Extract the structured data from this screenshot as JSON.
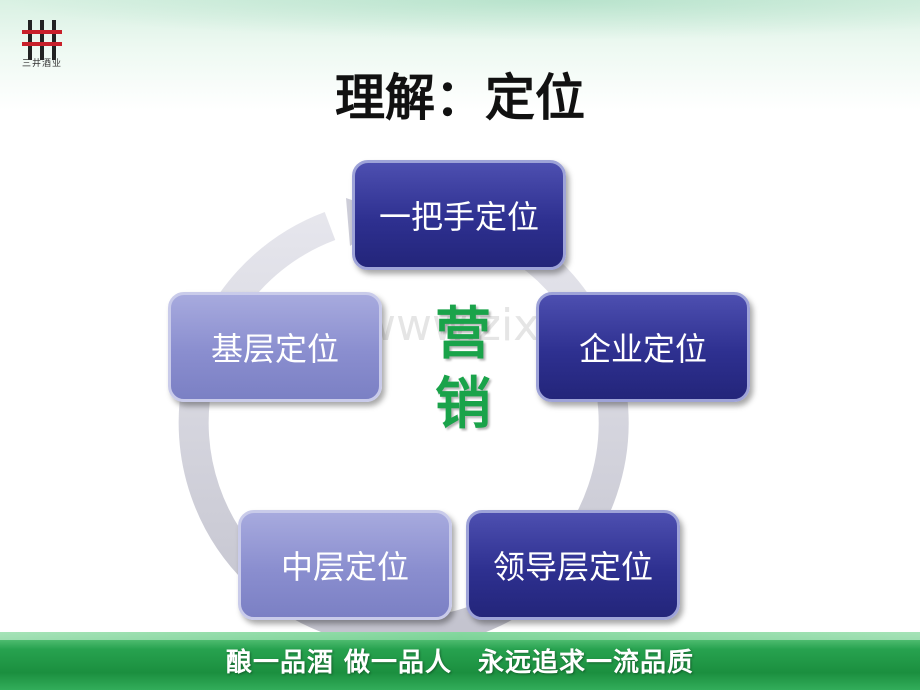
{
  "logo": {
    "text": "三井酒业"
  },
  "title": "理解：定位",
  "watermark": "www.zixin.com.cn",
  "center": {
    "line1": "营",
    "line2": "销"
  },
  "nodes": [
    {
      "label": "一把手定位",
      "style": "dark"
    },
    {
      "label": "企业定位",
      "style": "dark"
    },
    {
      "label": "领导层定位",
      "style": "dark"
    },
    {
      "label": "中层定位",
      "style": "light"
    },
    {
      "label": "基层定位",
      "style": "light"
    }
  ],
  "slogan": {
    "part1": "酿一品酒 做一品人",
    "part2": "永远追求一流品质"
  },
  "colors": {
    "dark_box": "#2e3090",
    "light_box": "#8a8ecf",
    "center_text": "#1aa34a",
    "band_green": "#1b8f3f"
  }
}
